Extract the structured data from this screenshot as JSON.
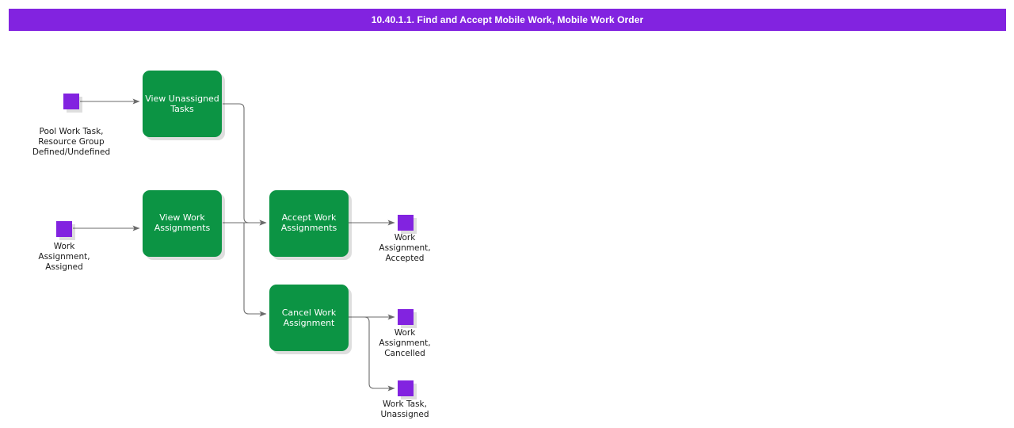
{
  "header": {
    "title": "10.40.1.1. Find and Accept Mobile Work, Mobile Work Order",
    "background_color": "#8223e0",
    "text_color": "#ffffff"
  },
  "theme": {
    "activity_color": "#0c9444",
    "event_color": "#8223e0",
    "connector_color": "#6b6b6b",
    "canvas_color": "#ffffff"
  },
  "diagram": {
    "type": "flowchart",
    "activities": [
      {
        "id": "view-unassigned-tasks",
        "label_line1": "View Unassigned",
        "label_line2": "Tasks"
      },
      {
        "id": "view-work-assignments",
        "label_line1": "View Work",
        "label_line2": "Assignments"
      },
      {
        "id": "accept-work-assignments",
        "label_line1": "Accept Work",
        "label_line2": "Assignments"
      },
      {
        "id": "cancel-work-assignment",
        "label_line1": "Cancel Work",
        "label_line2": "Assignment"
      }
    ],
    "events": [
      {
        "id": "pool-work-task",
        "label_line1": "Pool Work Task,",
        "label_line2": "Resource Group",
        "label_line3": "Defined/Undefined"
      },
      {
        "id": "work-assignment-assigned",
        "label_line1": "Work",
        "label_line2": "Assignment,",
        "label_line3": "Assigned"
      },
      {
        "id": "work-assignment-accepted",
        "label_line1": "Work",
        "label_line2": "Assignment,",
        "label_line3": "Accepted"
      },
      {
        "id": "work-assignment-cancelled",
        "label_line1": "Work",
        "label_line2": "Assignment,",
        "label_line3": "Cancelled"
      },
      {
        "id": "work-task-unassigned",
        "label_line1": "Work Task,",
        "label_line2": "Unassigned",
        "label_line3": ""
      }
    ]
  }
}
